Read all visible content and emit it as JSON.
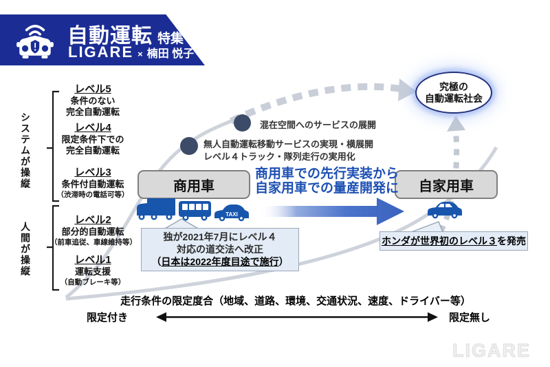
{
  "header": {
    "title": "自動運転",
    "badge": "特集",
    "brand": "LIGARE",
    "cross": "×",
    "author": "楠田 悦子"
  },
  "left_axis": {
    "system_label": "システムが操縦",
    "human_label": "人間が操縦"
  },
  "levels": [
    {
      "name": "レベル5",
      "line1": "条件のない",
      "line2": "完全自動運転"
    },
    {
      "name": "レベル4",
      "line1": "限定条件下での",
      "line2": "完全自動運転"
    },
    {
      "name": "レベル3",
      "line1": "条件付自動運転",
      "line2": "（渋滞時の電話可等）"
    },
    {
      "name": "レベル2",
      "line1": "部分的自動運転",
      "line2": "（前車追従、車線維持等）"
    },
    {
      "name": "レベル1",
      "line1": "運転支援",
      "line2": "（自動ブレーキ等）"
    }
  ],
  "milestones": {
    "top": {
      "label": "混在空間へのサービスの展開"
    },
    "mid": {
      "line1": "無人自動運転移動サービスの実現・横展開",
      "line2": "レベル４トラック・隊列走行の実用化"
    }
  },
  "goal": {
    "line1": "究極の",
    "line2": "自動運転社会"
  },
  "flow": {
    "commercial": "商用車",
    "private": "自家用車",
    "transition_line1": "商用車での先行実装から",
    "transition_line2": "自家用車での量産開発に",
    "taxi_label": "TAXI"
  },
  "callouts": {
    "germany": {
      "line1": "独が2021年7月にレベル４",
      "line2": "対応の道交法へ改正",
      "line3_open": "（",
      "line3_underlined": "日本は2022年度目途で施行",
      "line3_close": "）"
    },
    "honda": {
      "underlined": "ホンダが世界初のレベル３",
      "rest": "を発売"
    }
  },
  "bottom_axis": {
    "title": "走行条件の限定度合（地域、道路、環境、交通状況、速度、ドライバー等）",
    "left_label": "限定付き",
    "right_label": "限定無し"
  },
  "watermark": "LIGARE",
  "colors": {
    "banner_blue": "#1b2d94",
    "vehicle_blue": "#1856ad",
    "arrow_blue": "#4470c8",
    "transition_text_blue": "#1c4fb3",
    "box_gray_fill": "#d9d9d9",
    "box_gray_border": "#7f7f7f",
    "callout_fill": "#e3ecf6",
    "curve_gray": "#ced3db",
    "milestone_dot_navy": "#3c4b68",
    "glow_blue": "#aec3ef"
  }
}
